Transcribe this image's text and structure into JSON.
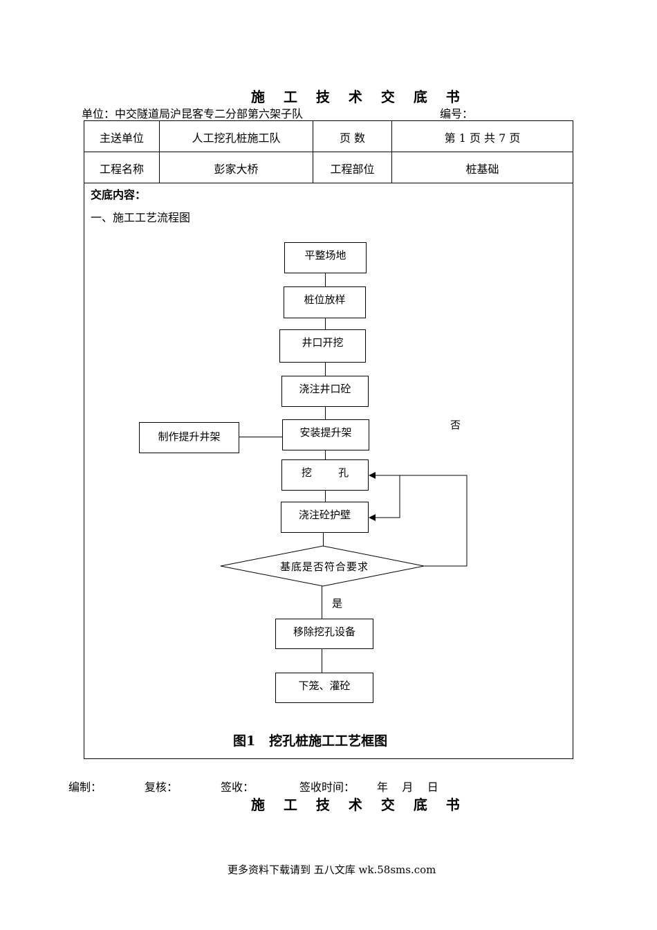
{
  "doc": {
    "title": "施 工 技 术 交 底 书",
    "unit_line": "单位：中交隧道局沪昆客专二分部第六架子队",
    "number_label": "编号："
  },
  "table": {
    "row1": {
      "label1": "主送单位",
      "value1": "人工挖孔桩施工队",
      "label2": "页  数",
      "value2": "第  1  页    共  7 页"
    },
    "row2": {
      "label1": "工程名称",
      "value1": "彭家大桥",
      "label2": "工程部位",
      "value2": "桩基础"
    },
    "content_label": "交底内容：",
    "section_heading": "一、施工工艺流程图"
  },
  "flowchart": {
    "steps": [
      "平整场地",
      "桩位放样",
      "井口开挖",
      "浇注井口砼",
      "安装提升架",
      "挖        孔",
      "浇注砼护壁",
      "移除挖孔设备",
      "下笼、灌砼"
    ],
    "side_box": "制作提升井架",
    "decision": "基底是否符合要求",
    "yes_label": "是",
    "no_label": "否",
    "caption": "图1   挖孔桩施工工艺框图"
  },
  "signoff": {
    "prepared": "编制：",
    "reviewed": "复核：",
    "received": "签收：",
    "received_time": "签收时间：",
    "date": "年    月    日"
  },
  "next_title": "施 工 技 术 交 底 书",
  "footer": "更多资料下载请到 五八文库 wk.58sms.com"
}
